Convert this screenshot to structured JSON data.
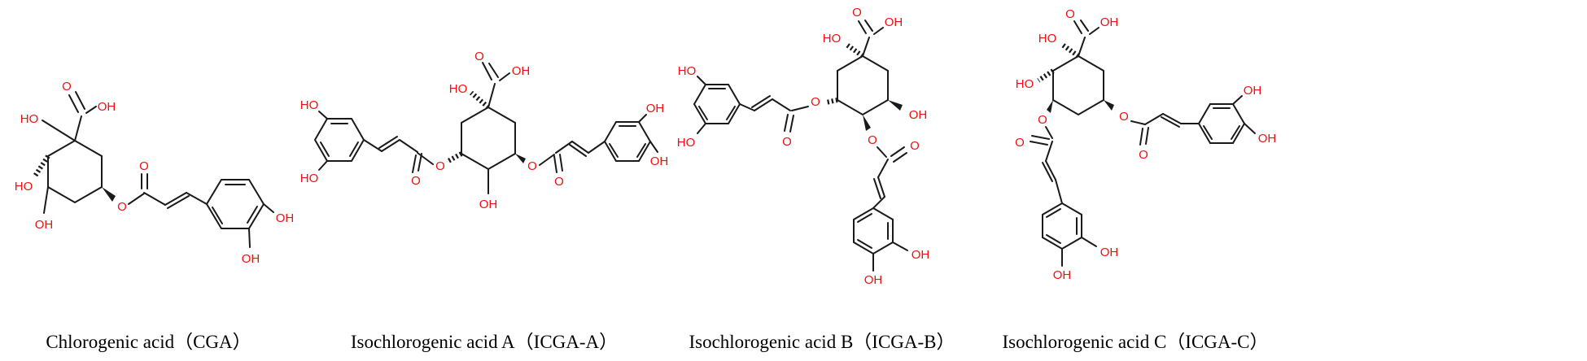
{
  "figure": {
    "background": "#ffffff",
    "colors": {
      "bond": "#1a1a1a",
      "heteroatom": "#ee1111",
      "caption": "#000000"
    }
  },
  "molecules": [
    {
      "id": "cga",
      "caption": "Chlorogenic acid（CGA）",
      "atoms": {
        "c1_ho": "HO",
        "cooh_o": "O",
        "cooh_oh": "OH",
        "c3_ho": "HO",
        "c4_oh": "OH",
        "ester_o": "O",
        "carbonyl_o": "O",
        "catechol_oh_1": "OH",
        "catechol_oh_2": "OH"
      }
    },
    {
      "id": "icga_a",
      "caption": "Isochlorogenic acid A（ICGA-A）",
      "atoms": {
        "cooh_o": "O",
        "cooh_oh": "OH",
        "c1_ho": "HO",
        "c4_oh": "OH",
        "left_ester_o": "O",
        "left_carbonyl_o": "O",
        "left_catechol_ho_1": "HO",
        "left_catechol_ho_2": "HO",
        "right_ester_o": "O",
        "right_carbonyl_o": "O",
        "right_catechol_oh_1": "OH",
        "right_catechol_oh_2": "OH"
      }
    },
    {
      "id": "icga_b",
      "caption": "Isochlorogenic acid B（ICGA-B）",
      "atoms": {
        "cooh_o": "O",
        "cooh_oh": "OH",
        "c1_ho": "HO",
        "ring_oh": "OH",
        "left_ester_o": "O",
        "left_carbonyl_o": "O",
        "left_catechol_ho_1": "HO",
        "left_catechol_ho_2": "HO",
        "down_ester_o": "O",
        "down_carbonyl_o": "O",
        "bottom_catechol_oh_1": "OH",
        "bottom_catechol_oh_2": "OH"
      }
    },
    {
      "id": "icga_c",
      "caption": "Isochlorogenic acid C（ICGA-C）",
      "atoms": {
        "cooh_o": "O",
        "cooh_oh": "OH",
        "c1_ho": "HO",
        "c3_ho": "HO",
        "down_ester_o": "O",
        "down_carbonyl_o": "O",
        "bottom_catechol_oh_1": "OH",
        "bottom_catechol_oh_2": "OH",
        "right_ester_o": "O",
        "right_carbonyl_o": "O",
        "right_catechol_oh_1": "OH",
        "right_catechol_oh_2": "OH"
      }
    }
  ]
}
